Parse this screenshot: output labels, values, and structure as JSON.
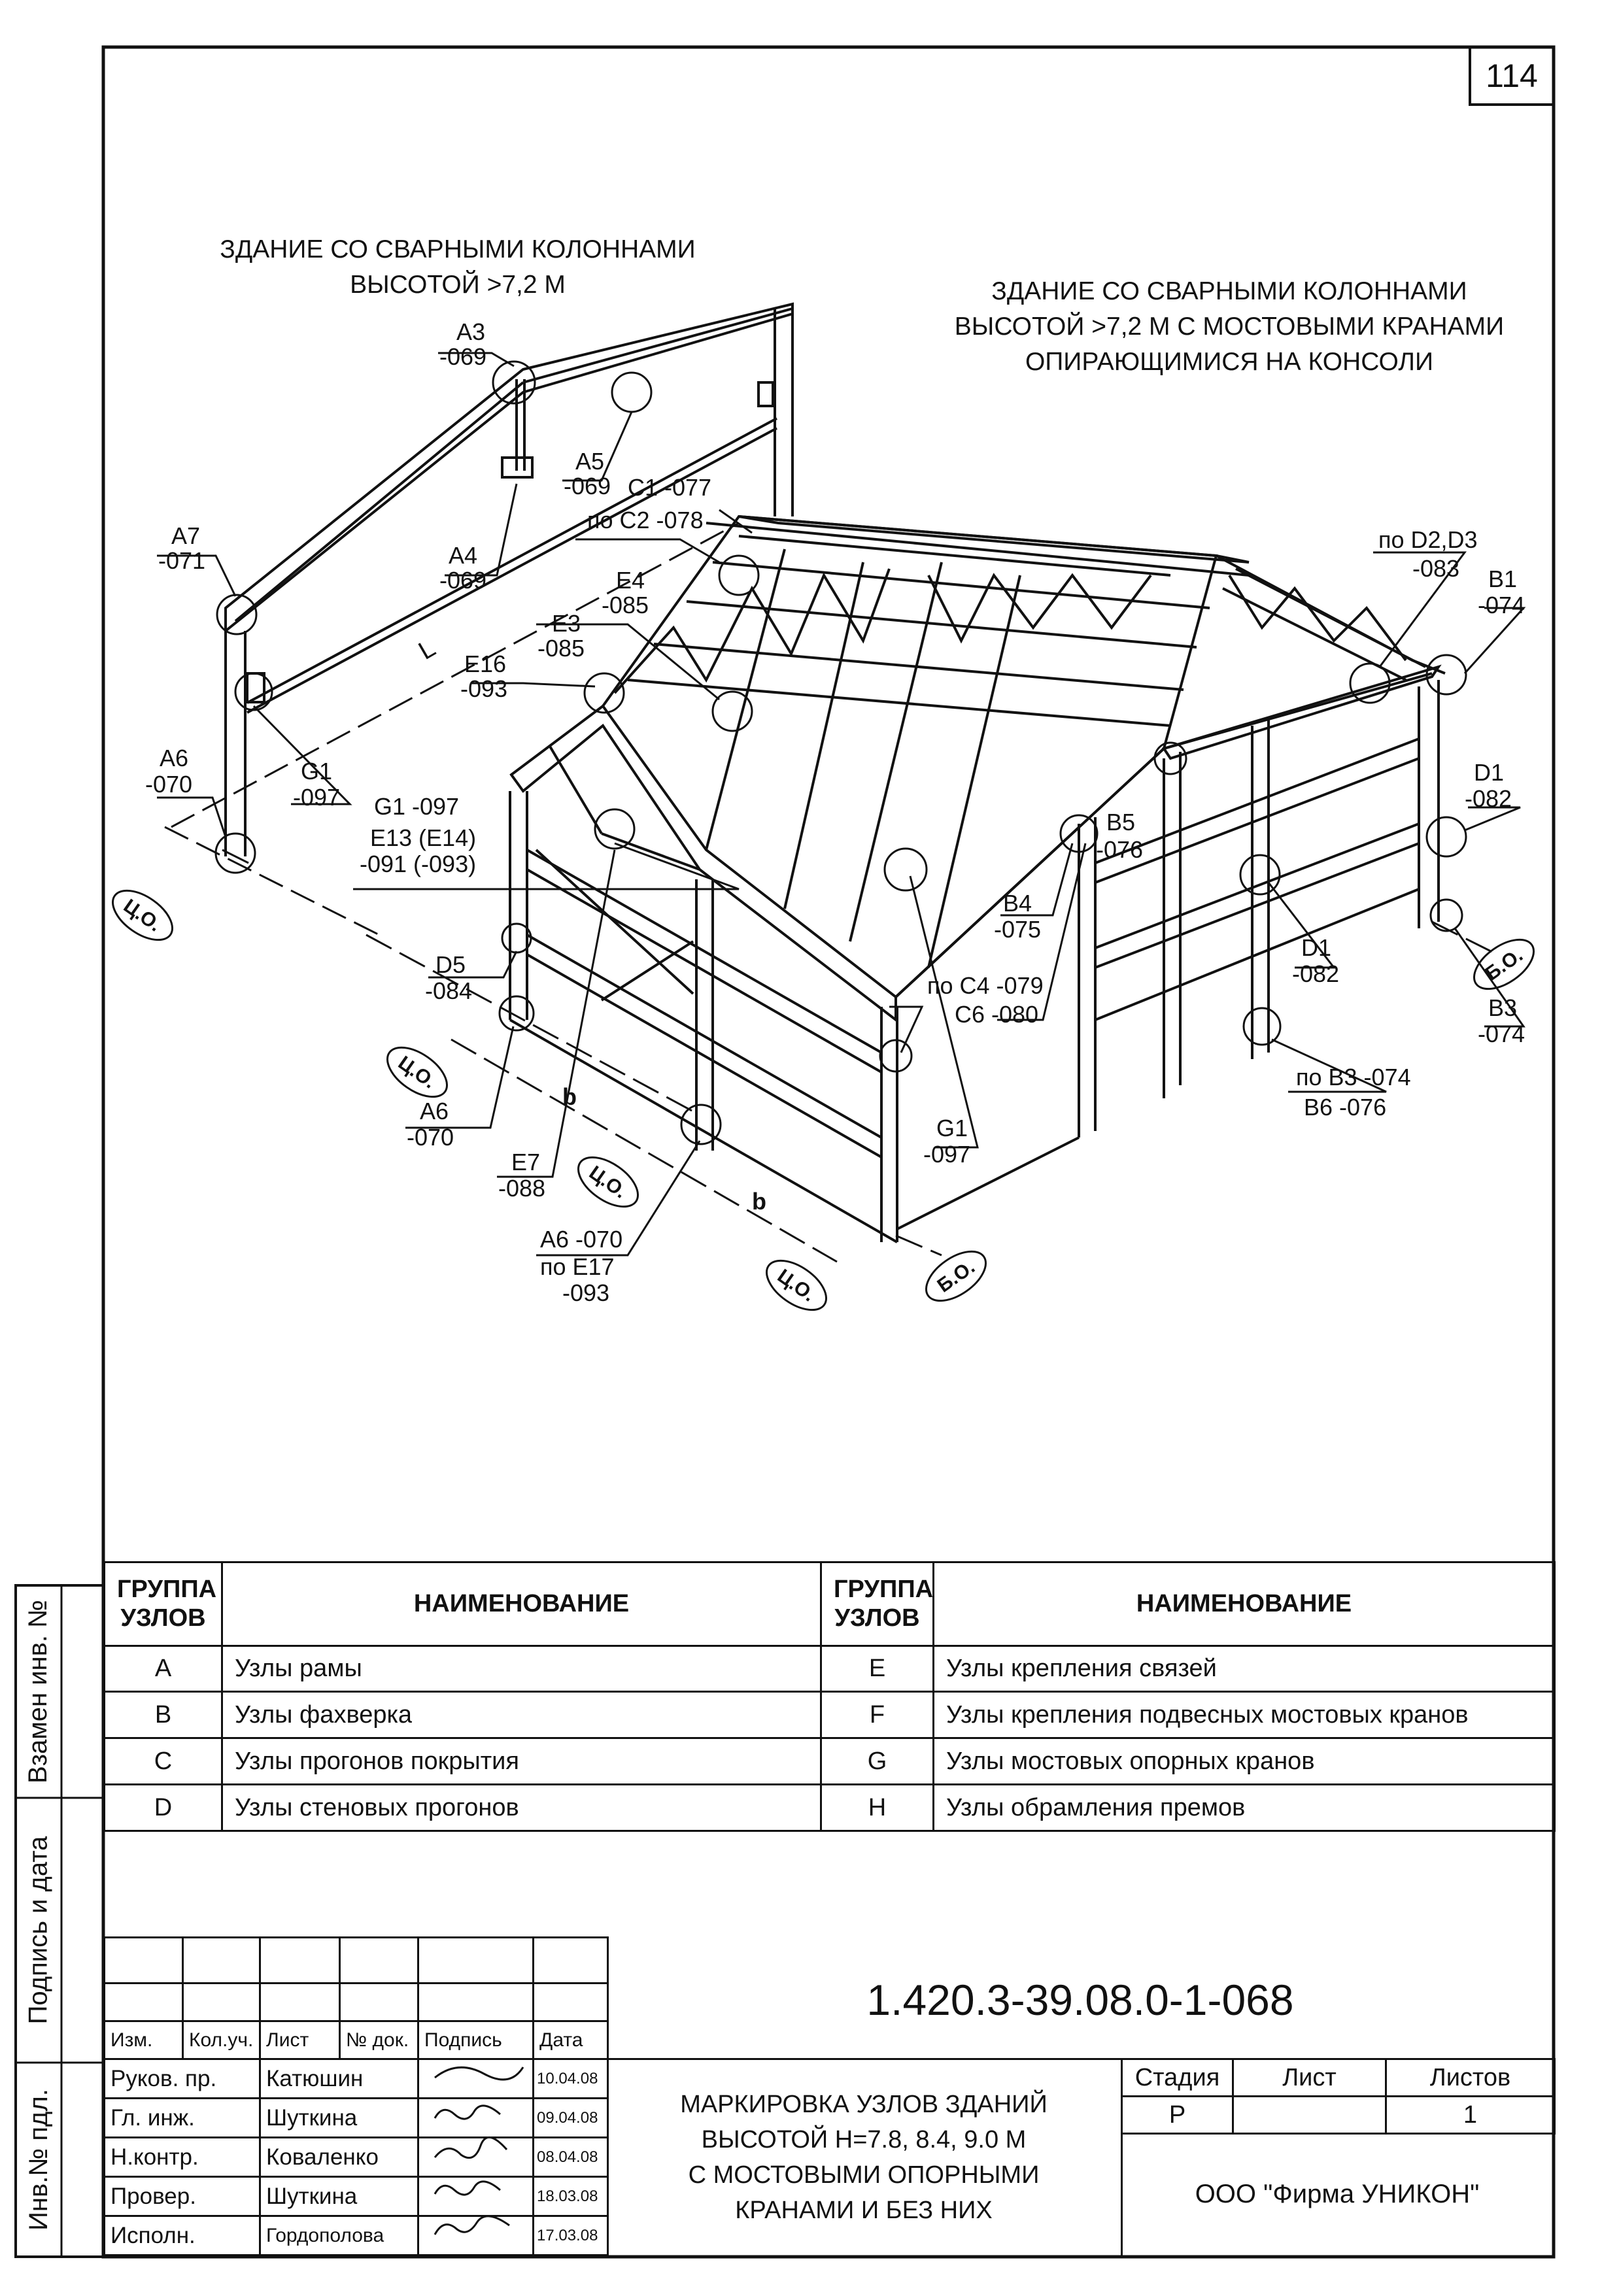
{
  "sheet_number": "114",
  "captions": {
    "left_line1": "ЗДАНИЕ СО СВАРНЫМИ КОЛОННАМИ",
    "left_line2": "ВЫСОТОЙ >7,2 М",
    "right_line1": "ЗДАНИЕ СО СВАРНЫМИ КОЛОННАМИ",
    "right_line2": "ВЫСОТОЙ >7,2 М С МОСТОВЫМИ КРАНАМИ",
    "right_line3": "ОПИРАЮЩИМИСЯ НА КОНСОЛИ"
  },
  "labels": {
    "a3": "A3",
    "a3n": "-069",
    "a5": "A5",
    "a5n": "-069",
    "c1": "C1 -077",
    "c2": "по C2 -078",
    "a4": "A4",
    "a4n": "-069",
    "a7": "A7",
    "a7n": "-071",
    "e4": "E4",
    "e4n": "-085",
    "e3": "E3",
    "e3n": "-085",
    "e16": "E16",
    "e16n": "-093",
    "l_mark": "L",
    "a6_left": "A6",
    "a6_left_n": "-070",
    "g1_left": "G1",
    "g1_left_n": "-097",
    "g1_mid": "G1  -097",
    "e13": "E13 (E14)",
    "e13n": "-091 (-093)",
    "d5": "D5",
    "d5n": "-084",
    "a6_mid": "A6",
    "a6_mid_n": "-070",
    "e7": "E7",
    "e7n": "-088",
    "a6_bot": "A6  -070",
    "e17": "по E17",
    "e17n": "-093",
    "b_mark1": "b",
    "b_mark2": "b",
    "d2d3": "по D2,D3",
    "d2d3n": "-083",
    "b1": "B1",
    "b1n": "-074",
    "d1_right": "D1",
    "d1_right_n": "-082",
    "b5": "B5",
    "b5n": "-076",
    "b4": "B4",
    "b4n": "-075",
    "c4": "по C4 -079",
    "c6": "C6  -080",
    "d1_mid": "D1",
    "d1_mid_n": "-082",
    "b3": "B3",
    "b3n": "-074",
    "b3b6": "по B3 -074",
    "b6": "B6  -076",
    "g1_bot": "G1",
    "g1_bot_n": "-097",
    "co": "Ц.О.",
    "bo": "Б.О."
  },
  "legend": {
    "head_group": "ГРУППА УЗЛОВ",
    "head_name": "НАИМЕНОВАНИЕ",
    "rows": [
      {
        "g1": "A",
        "n1": "Узлы рамы",
        "g2": "E",
        "n2": "Узлы крепления связей"
      },
      {
        "g1": "B",
        "n1": "Узлы фахверка",
        "g2": "F",
        "n2": "Узлы крепления подвесных мостовых кранов"
      },
      {
        "g1": "C",
        "n1": "Узлы прогонов покрытия",
        "g2": "G",
        "n2": "Узлы мостовых опорных кранов"
      },
      {
        "g1": "D",
        "n1": "Узлы стеновых прогонов",
        "g2": "H",
        "n2": "Узлы обрамления премов"
      }
    ]
  },
  "title_block": {
    "code": "1.420.3-39.08.0-1-068",
    "header": {
      "izm": "Изм.",
      "kol": "Кол.уч.",
      "list": "Лист",
      "ndok": "№ док.",
      "podpis": "Подпись",
      "data": "Дата"
    },
    "staff": [
      {
        "role": "Руков. пр.",
        "name": "Катюшин",
        "date": "10.04.08"
      },
      {
        "role": "Гл. инж.",
        "name": "Шуткина",
        "date": "09.04.08"
      },
      {
        "role": "Н.контр.",
        "name": "Коваленко",
        "date": "08.04.08"
      },
      {
        "role": "Провер.",
        "name": "Шуткина",
        "date": "18.03.08"
      },
      {
        "role": "Исполн.",
        "name": "Гордополова",
        "date": "17.03.08"
      }
    ],
    "description": "МАРКИРОВКА УЗЛОВ ЗДАНИЙ\nВЫСОТОЙ Н=7.8, 8.4, 9.0 М\nС МОСТОВЫМИ ОПОРНЫМИ\nКРАНАМИ И БЕЗ НИХ",
    "stage_label": "Стадия",
    "sheet_label": "Лист",
    "sheets_label": "Листов",
    "stage": "Р",
    "sheet": "",
    "sheets": "1",
    "firm": "ООО \"Фирма УНИКОН\""
  },
  "side": {
    "vzamen": "Взамен инв. №",
    "podpis": "Подпись и дата",
    "inv": "Инв.№ пдл."
  }
}
